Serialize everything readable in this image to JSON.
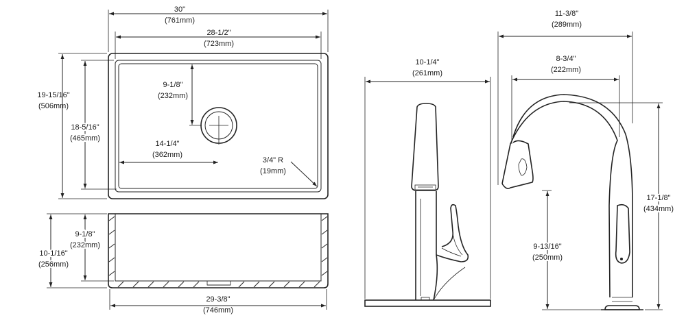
{
  "sink_top": {
    "overall_width": {
      "imperial": "30\"",
      "metric": "(761mm)"
    },
    "bowl_width": {
      "imperial": "28-1/2\"",
      "metric": "(723mm)"
    },
    "overall_depth": {
      "imperial": "19-15/16\"",
      "metric": "(506mm)"
    },
    "bowl_depth": {
      "imperial": "18-5/16\"",
      "metric": "(465mm)"
    },
    "drain_from_back": {
      "imperial": "9-1/8\"",
      "metric": "(232mm)"
    },
    "drain_from_side": {
      "imperial": "14-1/4\"",
      "metric": "(362mm)"
    },
    "corner_radius": {
      "imperial": "3/4\" R",
      "metric": "(19mm)"
    }
  },
  "sink_front": {
    "bowl_height": {
      "imperial": "9-1/8\"",
      "metric": "(232mm)"
    },
    "overall_height": {
      "imperial": "10-1/16\"",
      "metric": "(256mm)"
    },
    "base_width": {
      "imperial": "29-3/8\"",
      "metric": "(746mm)"
    }
  },
  "faucet_front": {
    "plate_width": {
      "imperial": "10-1/4\"",
      "metric": "(261mm)"
    }
  },
  "faucet_side": {
    "reach_overall": {
      "imperial": "11-3/8\"",
      "metric": "(289mm)"
    },
    "spout_reach": {
      "imperial": "8-3/4\"",
      "metric": "(222mm)"
    },
    "overall_height": {
      "imperial": "17-1/8\"",
      "metric": "(434mm)"
    },
    "spout_height": {
      "imperial": "9-13/16\"",
      "metric": "(250mm)"
    }
  }
}
